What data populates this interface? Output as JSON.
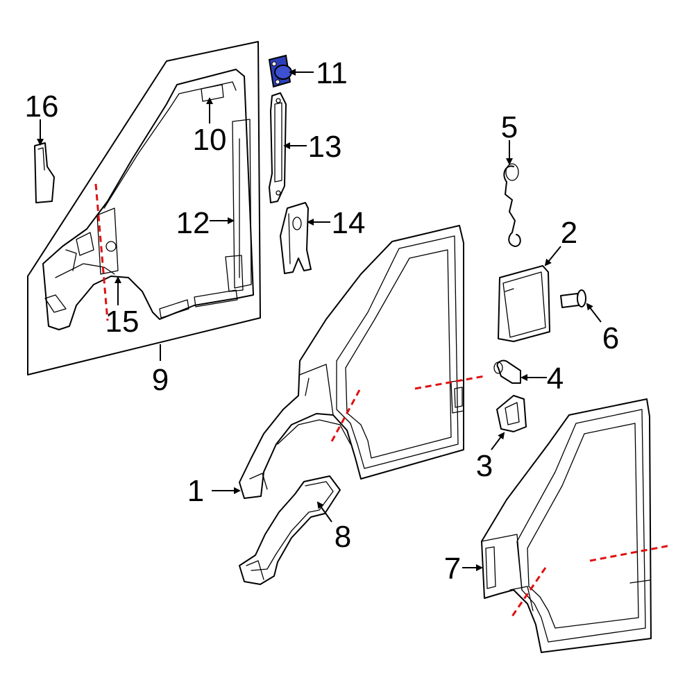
{
  "colors": {
    "highlight": "#2d3fb8",
    "cut_line": "#e01010"
  },
  "callouts": {
    "c1": "1",
    "c2": "2",
    "c3": "3",
    "c4": "4",
    "c5": "5",
    "c6": "6",
    "c7": "7",
    "c8": "8",
    "c9": "9",
    "c10": "10",
    "c11": "11",
    "c12": "12",
    "c13": "13",
    "c14": "14",
    "c15": "15",
    "c16": "16"
  }
}
